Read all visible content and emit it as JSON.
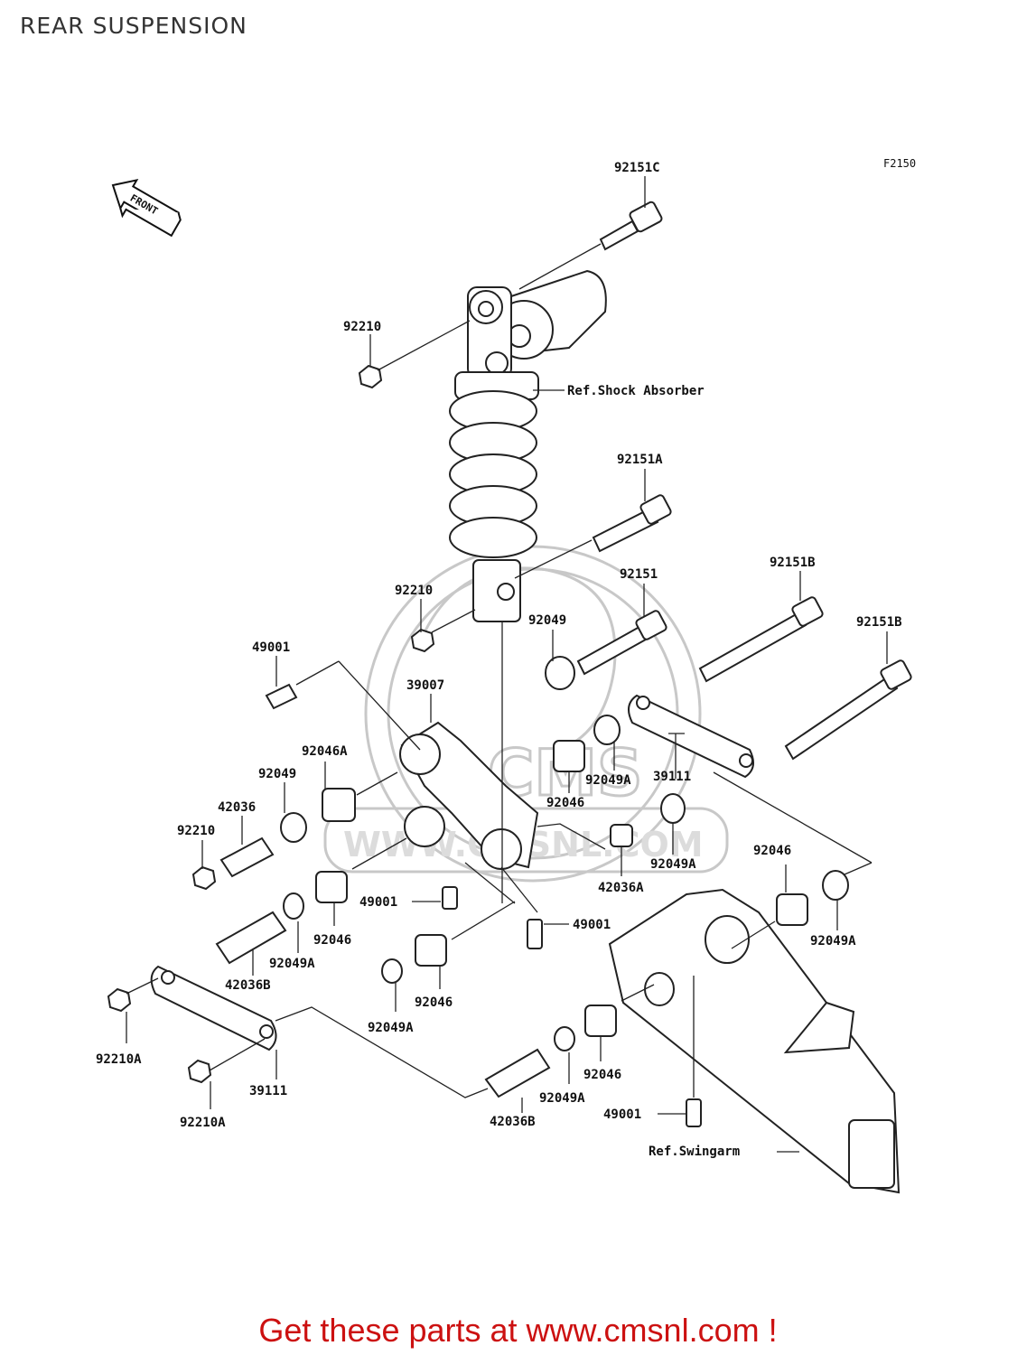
{
  "page": {
    "title": "REAR SUSPENSION",
    "figure_code": "F2150",
    "footer": "Get these parts at www.cmsnl.com !",
    "footer_color": "#cc1111"
  },
  "diagram": {
    "front_label": "FRONT",
    "references": {
      "shock": "Ref.Shock Absorber",
      "swingarm": "Ref.Swingarm"
    },
    "part_labels": [
      "92151C",
      "92210",
      "92151A",
      "92210",
      "92151",
      "92151B",
      "92151B",
      "49001",
      "92049",
      "39007",
      "92046A",
      "92049",
      "42036",
      "92210",
      "92046",
      "92049A",
      "39111",
      "42036A",
      "92049A",
      "49001",
      "49001",
      "92046",
      "92049A",
      "42036B",
      "92046",
      "92049A",
      "92210A",
      "39111",
      "92210A",
      "92046",
      "92049A",
      "42036B",
      "49001",
      "92046",
      "92049A"
    ],
    "watermark": {
      "brand": "CMS",
      "url": "WWW.CMSNL.COM"
    }
  }
}
